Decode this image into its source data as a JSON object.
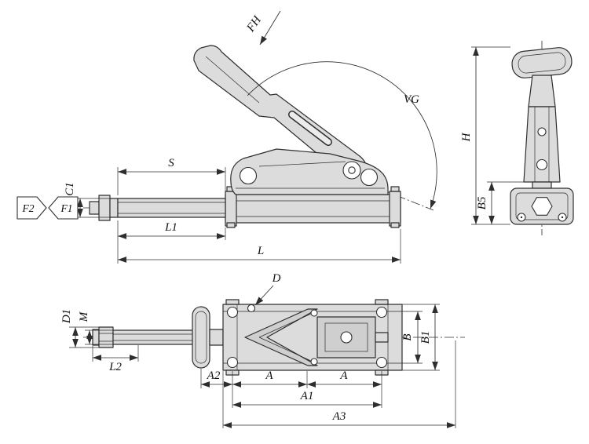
{
  "drawing": {
    "type": "technical-dimension-drawing",
    "subject": "toggle clamp, push-pull type, three orthographic views"
  },
  "colors": {
    "line": "#2e2e2e",
    "part_fill": "#dcdcdc",
    "background": "#ffffff",
    "text": "#111111"
  },
  "labels": {
    "fh": "FH",
    "vg": "VG",
    "s": "S",
    "c1": "C1",
    "l1": "L1",
    "l": "L",
    "f1": "F1",
    "f2": "F2",
    "h": "H",
    "b5": "B5",
    "d": "D",
    "d1": "D1",
    "m": "M",
    "l2": "L2",
    "a2": "A2",
    "a_left": "A",
    "a_right": "A",
    "a1": "A1",
    "a3": "A3",
    "b": "B",
    "b1": "B1"
  }
}
